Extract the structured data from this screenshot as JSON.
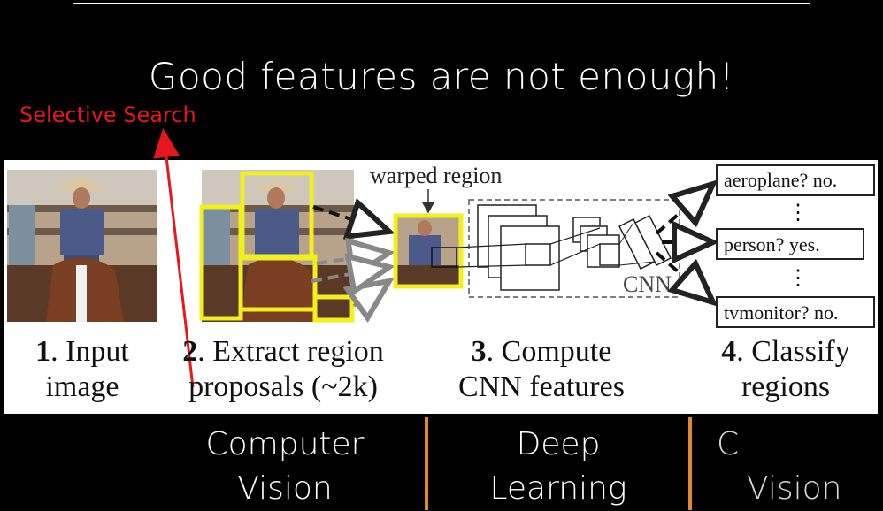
{
  "slide_title": "Good features are not enough!",
  "annotation": "Selective Search",
  "diagram": {
    "warped_region_label": "warped region",
    "cnn_label": "CNN",
    "class_outputs": [
      "aeroplane? no.",
      "person? yes.",
      "tvmonitor? no."
    ],
    "ellipsis": "⋮",
    "steps": [
      {
        "num": "1",
        "line1": ". Input",
        "line2": "image"
      },
      {
        "num": "2",
        "line1": ". Extract region",
        "line2": "proposals (~2k)"
      },
      {
        "num": "3",
        "line1": ". Compute",
        "line2": "CNN features"
      },
      {
        "num": "4",
        "line1": ". Classify",
        "line2": "regions"
      }
    ]
  },
  "bottom_tabs": [
    {
      "line1": "Computer",
      "line2": "Vision"
    },
    {
      "line1": "Deep",
      "line2": "Learning"
    },
    {
      "line1": "C",
      "line2": "Vision"
    }
  ],
  "colors": {
    "annotation": "#e8171c",
    "proposal_box": "#f2ef1e",
    "divider": "#e08a2a"
  }
}
